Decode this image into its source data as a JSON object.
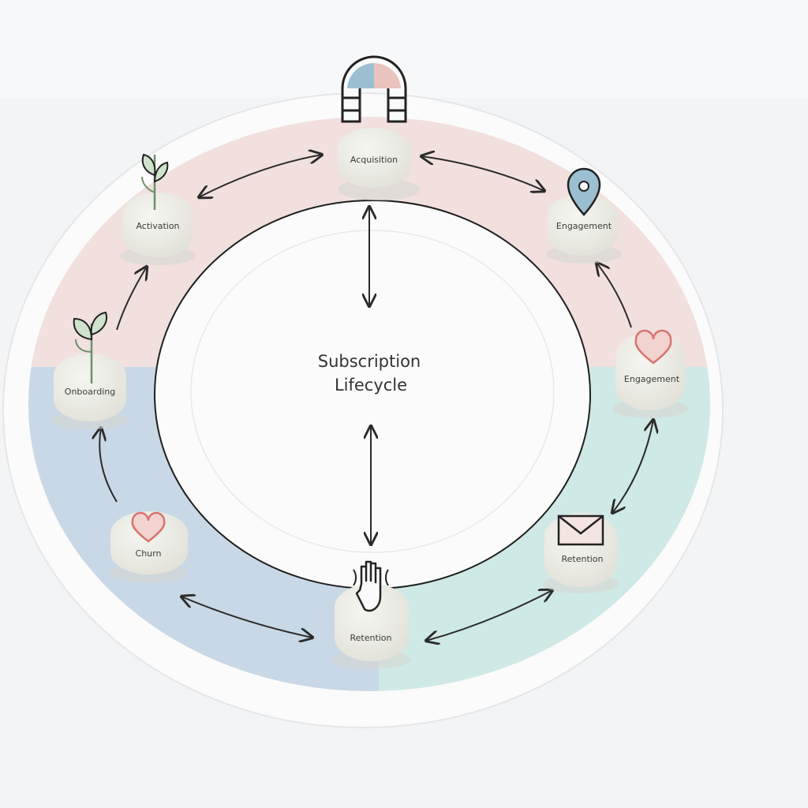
{
  "diagram": {
    "center_title_line1": "Subscription",
    "center_title_line2": "Lifecycle",
    "colors": {
      "upper_band": "#f1e0de",
      "lower_left_band": "#c9d8e6",
      "lower_right_band": "#cfe9e6",
      "node_fill": "#ededE7",
      "arrow": "#2b2b2b",
      "icon_blue": "#9bbfd0",
      "icon_pink": "#e9b7b3",
      "icon_green": "#6e8f68"
    },
    "nodes": [
      {
        "label": "Acquisition",
        "icon": "magnet-icon"
      },
      {
        "label": "Engagement",
        "icon": "location-pin-icon"
      },
      {
        "label": "Engagement",
        "icon": "heart-icon"
      },
      {
        "label": "Retention",
        "icon": "envelope-icon"
      },
      {
        "label": "Retention",
        "icon": "hand-icon"
      },
      {
        "label": "Churn",
        "icon": "heart-icon"
      },
      {
        "label": "Onboarding",
        "icon": "sprout-icon"
      },
      {
        "label": "Activation",
        "icon": "sprout-icon"
      }
    ]
  }
}
